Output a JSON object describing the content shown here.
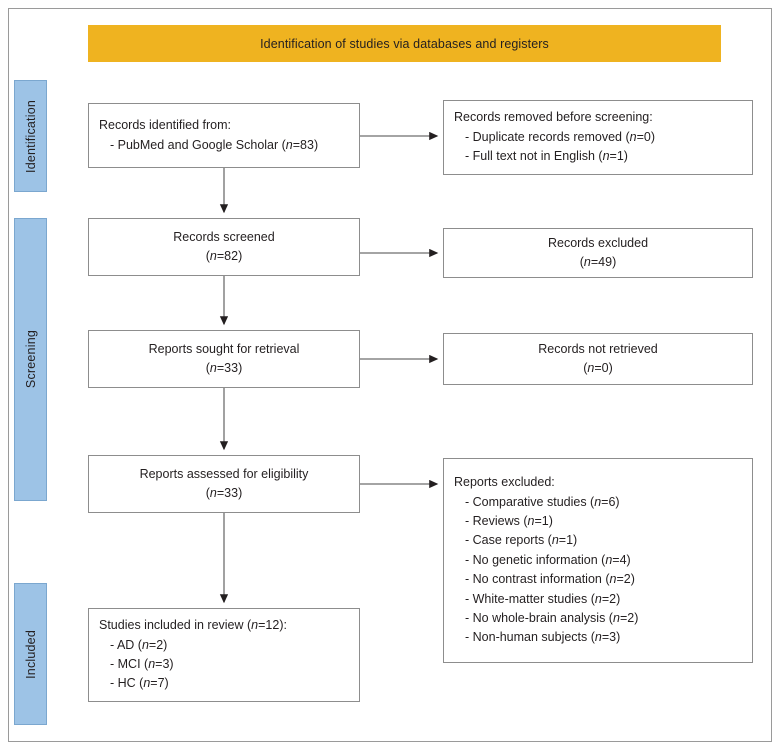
{
  "banner": {
    "title": "Identification of studies via databases and registers",
    "color": "#EFB320"
  },
  "stages": {
    "color": "#9DC3E6",
    "identification": "Identification",
    "screening": "Screening",
    "included": "Included"
  },
  "boxes": {
    "identified": {
      "heading": "Records identified from:",
      "items": [
        {
          "label": "- PubMed and Google Scholar (",
          "n": "n",
          "value": "=83)"
        }
      ]
    },
    "removed": {
      "heading": "Records removed before screening:",
      "items": [
        {
          "label": "- Duplicate records removed (",
          "n": "n",
          "value": "=0)"
        },
        {
          "label": "- Full text not in English (",
          "n": "n",
          "value": "=1)"
        }
      ]
    },
    "screened": {
      "heading": "Records screened",
      "count_open": "(",
      "n": "n",
      "count_close": "=82)"
    },
    "excluded_screening": {
      "heading": "Records excluded",
      "count_open": "(",
      "n": "n",
      "count_close": "=49)"
    },
    "sought": {
      "heading": "Reports sought for retrieval",
      "count_open": "(",
      "n": "n",
      "count_close": "=33)"
    },
    "not_retrieved": {
      "heading": "Records not retrieved",
      "count_open": "(",
      "n": "n",
      "count_close": "=0)"
    },
    "assessed": {
      "heading": "Reports assessed for eligibility",
      "count_open": "(",
      "n": "n",
      "count_close": "=33)"
    },
    "reports_excluded": {
      "heading": "Reports excluded:",
      "items": [
        {
          "label": "- Comparative studies (",
          "n": "n",
          "value": "=6)"
        },
        {
          "label": "- Reviews (",
          "n": "n",
          "value": "=1)"
        },
        {
          "label": "- Case reports (",
          "n": "n",
          "value": "=1)"
        },
        {
          "label": "- No genetic information (",
          "n": "n",
          "value": "=4)"
        },
        {
          "label": "- No contrast information (",
          "n": "n",
          "value": "=2)"
        },
        {
          "label": "- White-matter studies (",
          "n": "n",
          "value": "=2)"
        },
        {
          "label": "- No whole-brain analysis (",
          "n": "n",
          "value": "=2)"
        },
        {
          "label": "- Non-human subjects (",
          "n": "n",
          "value": "=3)"
        }
      ]
    },
    "included": {
      "heading_pre": "Studies included in review (",
      "heading_n": "n",
      "heading_post": "=12):",
      "items": [
        {
          "label": "- AD (",
          "n": "n",
          "value": "=2)"
        },
        {
          "label": "- MCI (",
          "n": "n",
          "value": "=3)"
        },
        {
          "label": "- HC (",
          "n": "n",
          "value": "=7)"
        }
      ]
    }
  },
  "chart_data": {
    "type": "diagram",
    "title": "Identification of studies via databases and registers",
    "diagram_kind": "PRISMA flow diagram",
    "stages": [
      "Identification",
      "Screening",
      "Included"
    ],
    "nodes": [
      {
        "id": "identified",
        "stage": "Identification",
        "column": "left",
        "label": "Records identified from: - PubMed and Google Scholar",
        "n": 83
      },
      {
        "id": "removed",
        "stage": "Identification",
        "column": "right",
        "label": "Records removed before screening",
        "breakdown": [
          {
            "label": "Duplicate records removed",
            "n": 0
          },
          {
            "label": "Full text not in English",
            "n": 1
          }
        ]
      },
      {
        "id": "screened",
        "stage": "Screening",
        "column": "left",
        "label": "Records screened",
        "n": 82
      },
      {
        "id": "excluded_screening",
        "stage": "Screening",
        "column": "right",
        "label": "Records excluded",
        "n": 49
      },
      {
        "id": "sought",
        "stage": "Screening",
        "column": "left",
        "label": "Reports sought for retrieval",
        "n": 33
      },
      {
        "id": "not_retrieved",
        "stage": "Screening",
        "column": "right",
        "label": "Records not retrieved",
        "n": 0
      },
      {
        "id": "assessed",
        "stage": "Screening",
        "column": "left",
        "label": "Reports assessed for eligibility",
        "n": 33
      },
      {
        "id": "reports_excluded",
        "stage": "Screening",
        "column": "right",
        "label": "Reports excluded",
        "breakdown": [
          {
            "label": "Comparative studies",
            "n": 6
          },
          {
            "label": "Reviews",
            "n": 1
          },
          {
            "label": "Case reports",
            "n": 1
          },
          {
            "label": "No genetic information",
            "n": 4
          },
          {
            "label": "No contrast information",
            "n": 2
          },
          {
            "label": "White-matter studies",
            "n": 2
          },
          {
            "label": "No whole-brain analysis",
            "n": 2
          },
          {
            "label": "Non-human subjects",
            "n": 3
          }
        ]
      },
      {
        "id": "included",
        "stage": "Included",
        "column": "left",
        "label": "Studies included in review",
        "n": 12,
        "breakdown": [
          {
            "label": "AD",
            "n": 2
          },
          {
            "label": "MCI",
            "n": 3
          },
          {
            "label": "HC",
            "n": 7
          }
        ]
      }
    ],
    "edges": [
      {
        "from": "identified",
        "to": "removed",
        "direction": "horizontal"
      },
      {
        "from": "identified",
        "to": "screened",
        "direction": "vertical"
      },
      {
        "from": "screened",
        "to": "excluded_screening",
        "direction": "horizontal"
      },
      {
        "from": "screened",
        "to": "sought",
        "direction": "vertical"
      },
      {
        "from": "sought",
        "to": "not_retrieved",
        "direction": "horizontal"
      },
      {
        "from": "sought",
        "to": "assessed",
        "direction": "vertical"
      },
      {
        "from": "assessed",
        "to": "reports_excluded",
        "direction": "horizontal"
      },
      {
        "from": "assessed",
        "to": "included",
        "direction": "vertical"
      }
    ]
  }
}
